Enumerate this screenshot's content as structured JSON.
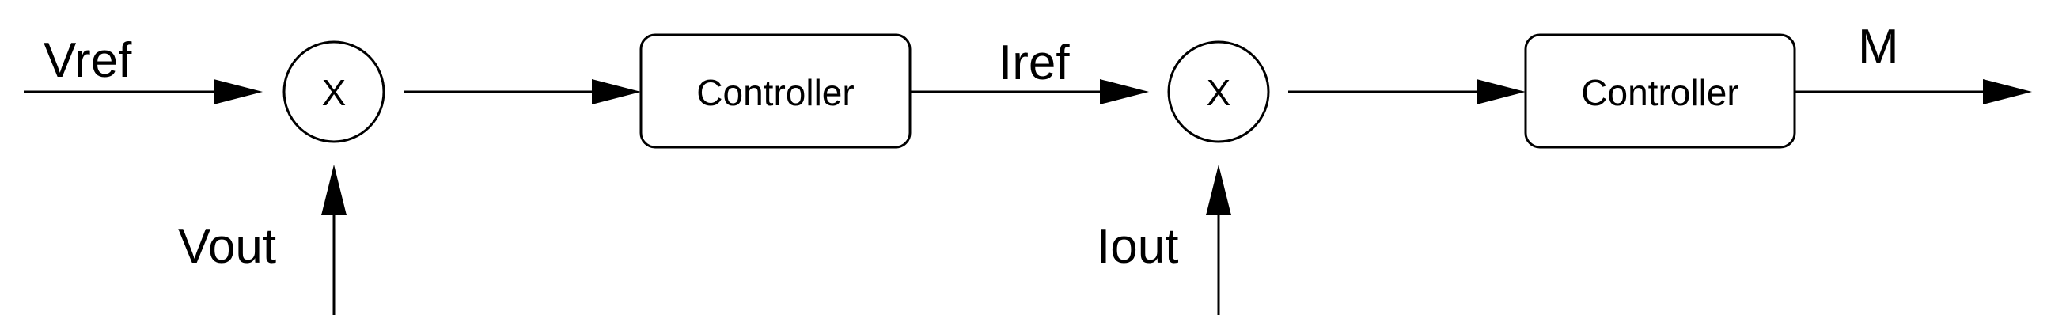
{
  "diagram": {
    "signals": {
      "vref": "Vref",
      "vout": "Vout",
      "iref": "Iref",
      "iout": "Iout",
      "output": "M"
    },
    "junction1": {
      "symbol": "X"
    },
    "junction2": {
      "symbol": "X"
    },
    "controller1": {
      "label": "Controller"
    },
    "controller2": {
      "label": "Controller"
    },
    "colors": {
      "stroke": "#000000",
      "background": "#ffffff"
    }
  }
}
